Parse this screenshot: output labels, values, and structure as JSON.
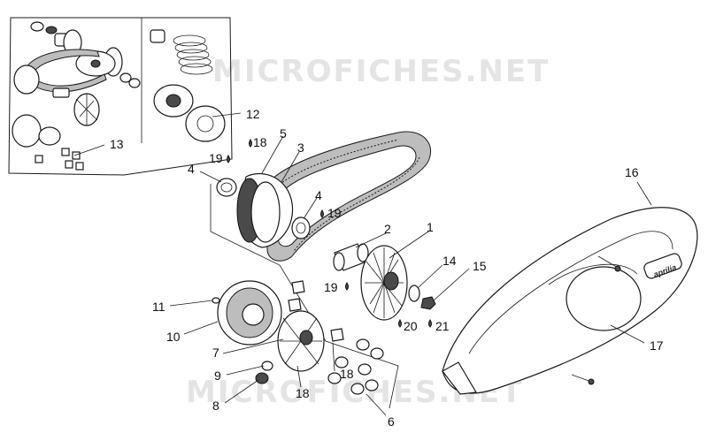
{
  "watermark": {
    "text": "MICROFICHES.NET"
  },
  "brand_label": "aprilia",
  "callouts": [
    {
      "id": "c1",
      "text": "1"
    },
    {
      "id": "c2",
      "text": "2"
    },
    {
      "id": "c3",
      "text": "3"
    },
    {
      "id": "c4a",
      "text": "4"
    },
    {
      "id": "c4b",
      "text": "4"
    },
    {
      "id": "c5",
      "text": "5"
    },
    {
      "id": "c6",
      "text": "6"
    },
    {
      "id": "c7",
      "text": "7"
    },
    {
      "id": "c8",
      "text": "8"
    },
    {
      "id": "c9",
      "text": "9"
    },
    {
      "id": "c10",
      "text": "10"
    },
    {
      "id": "c11",
      "text": "11"
    },
    {
      "id": "c12",
      "text": "12"
    },
    {
      "id": "c13",
      "text": "13"
    },
    {
      "id": "c14",
      "text": "14"
    },
    {
      "id": "c15",
      "text": "15"
    },
    {
      "id": "c16",
      "text": "16"
    },
    {
      "id": "c17",
      "text": "17"
    },
    {
      "id": "c18a",
      "text": "18"
    },
    {
      "id": "c18b",
      "text": "18"
    },
    {
      "id": "c18c",
      "text": "18"
    },
    {
      "id": "c19a",
      "text": "19"
    },
    {
      "id": "c19b",
      "text": "19"
    },
    {
      "id": "c19c",
      "text": "19"
    },
    {
      "id": "c20",
      "text": "20"
    },
    {
      "id": "c21",
      "text": "21"
    }
  ]
}
